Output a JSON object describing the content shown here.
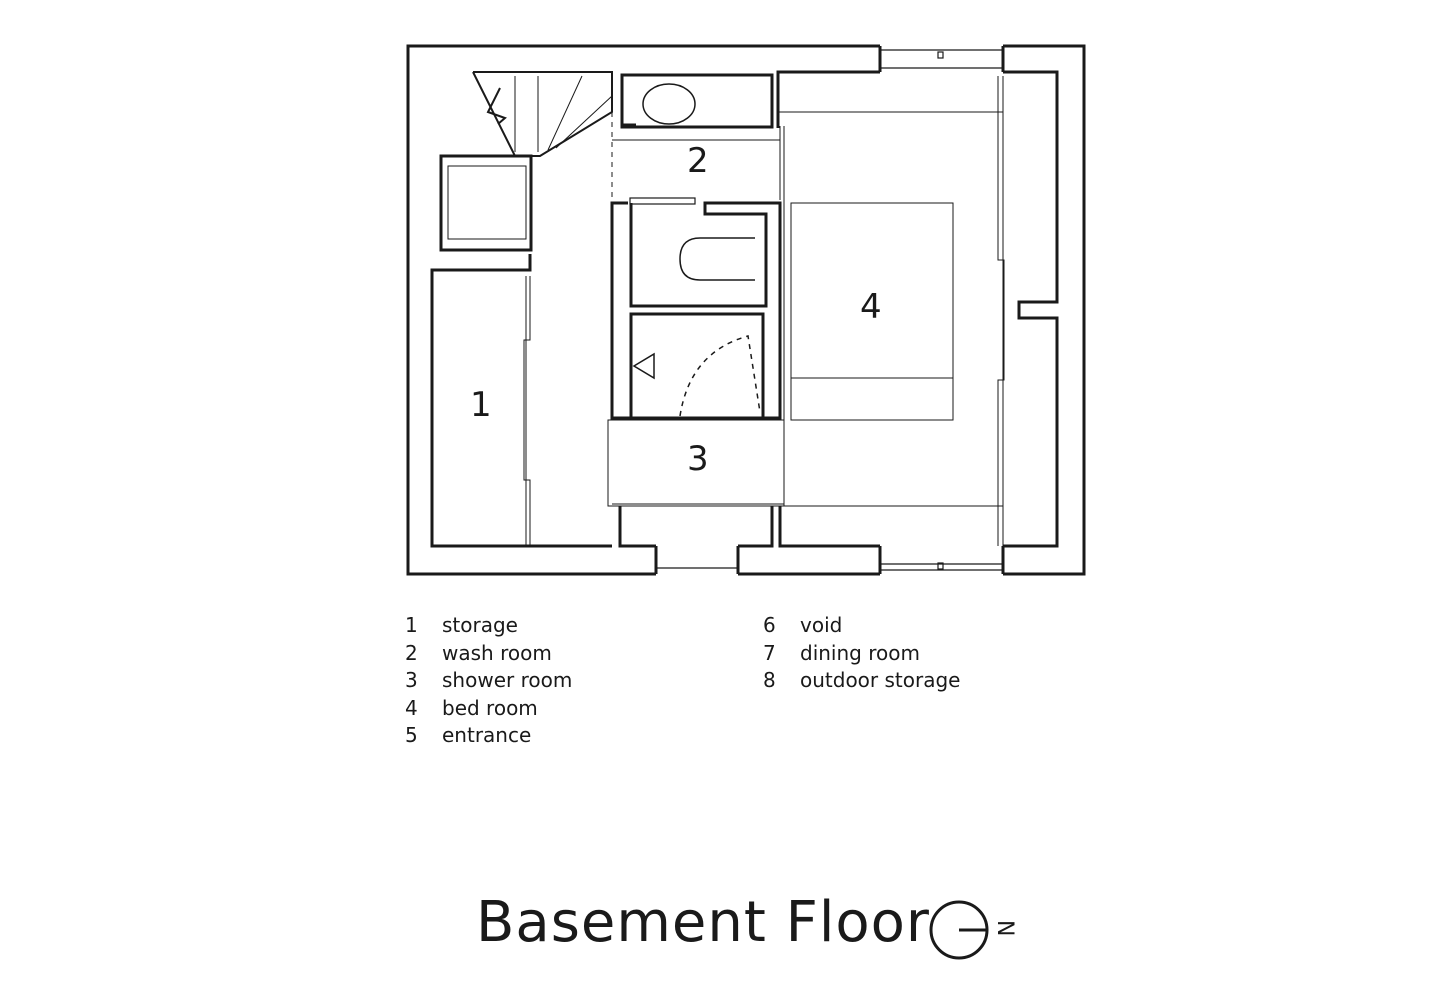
{
  "rooms": [
    {
      "number": "1"
    },
    {
      "number": "2"
    },
    {
      "number": "3"
    },
    {
      "number": "4"
    }
  ],
  "legend": {
    "left": [
      {
        "number": "1",
        "label": "storage"
      },
      {
        "number": "2",
        "label": "wash room"
      },
      {
        "number": "3",
        "label": "shower room"
      },
      {
        "number": "4",
        "label": "bed room"
      },
      {
        "number": "5",
        "label": "entrance"
      }
    ],
    "right": [
      {
        "number": "6",
        "label": "void"
      },
      {
        "number": "7",
        "label": "dining room"
      },
      {
        "number": "8",
        "label": "outdoor storage"
      }
    ]
  },
  "title": "Basement Floor",
  "compass": {
    "letter": "N"
  },
  "colors": {
    "line": "#1a1a1a",
    "background": "#ffffff"
  }
}
